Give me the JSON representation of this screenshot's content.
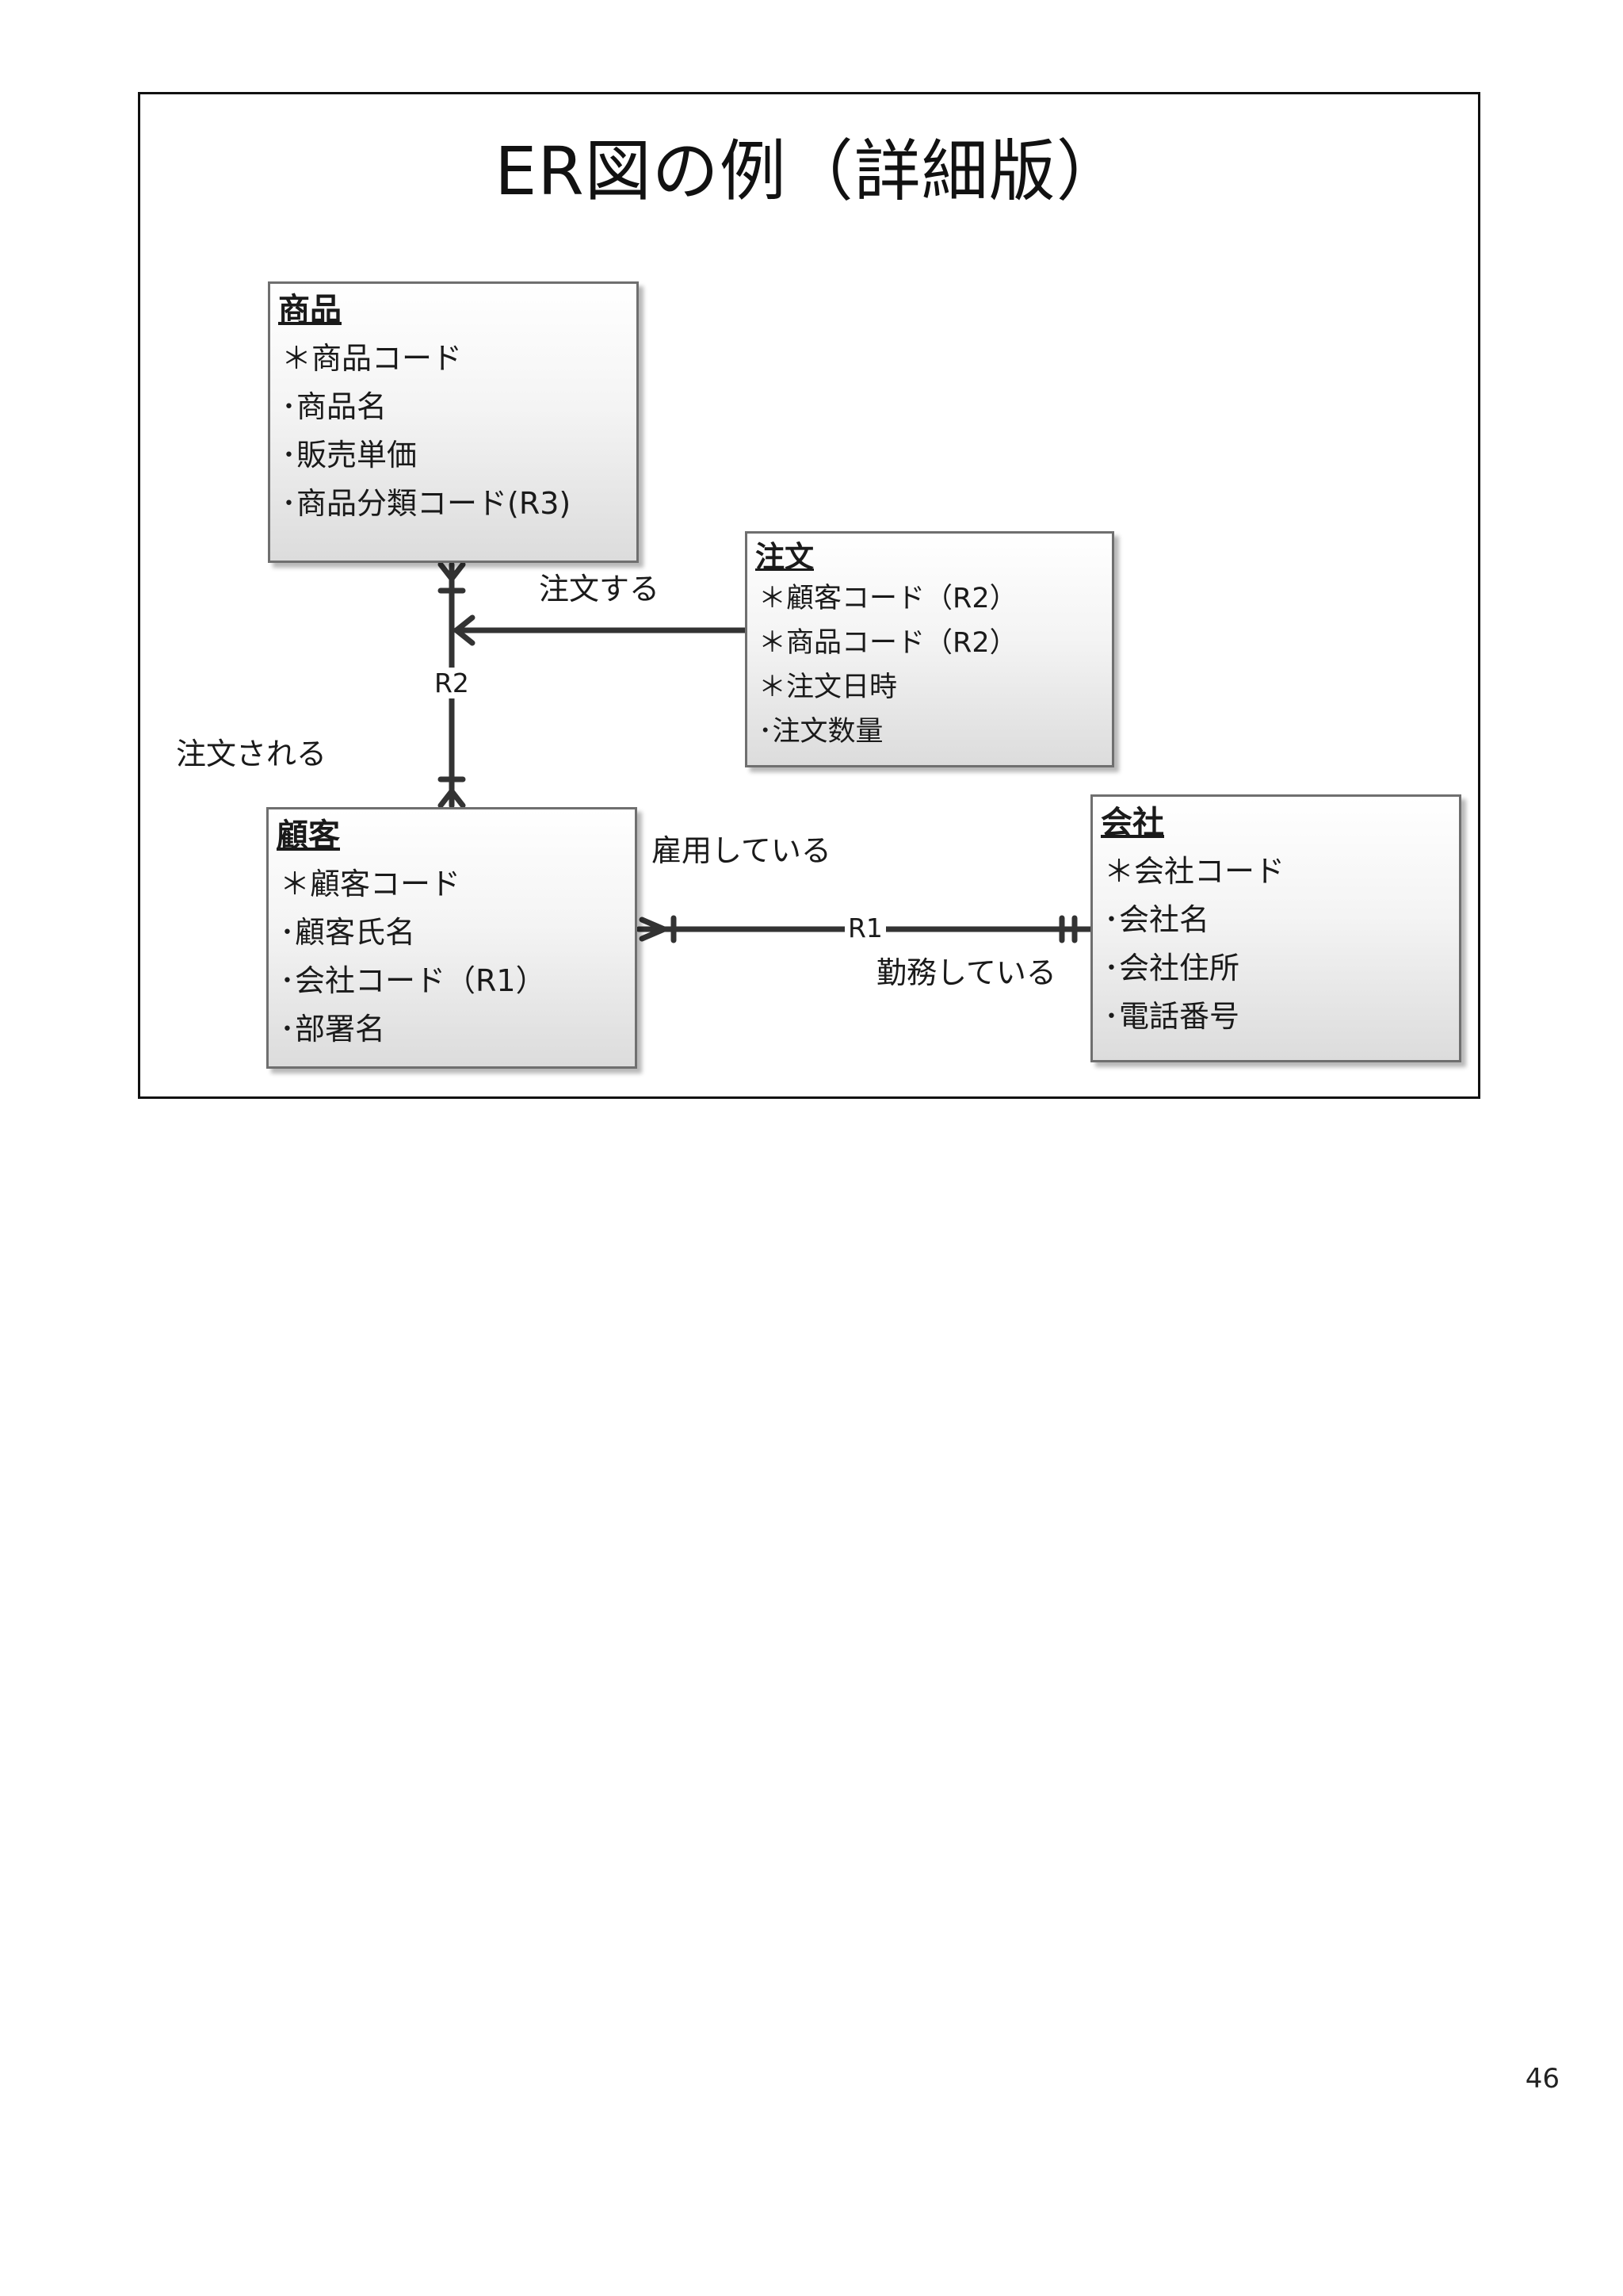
{
  "slide": {
    "title": "ER図の例（詳細版）"
  },
  "entities": {
    "shohin": {
      "name": "商品",
      "attributes": [
        "＊商品コード",
        "･商品名",
        "･販売単価",
        "･商品分類コード(R3)"
      ]
    },
    "chumon": {
      "name": "注文",
      "attributes": [
        "＊顧客コード（R2）",
        "＊商品コード（R2）",
        "＊注文日時",
        "･注文数量"
      ]
    },
    "kokyaku": {
      "name": "顧客",
      "attributes": [
        "＊顧客コード",
        "･顧客氏名",
        "･会社コード（R1）",
        "･部署名"
      ]
    },
    "kaisha": {
      "name": "会社",
      "attributes": [
        "＊会社コード",
        "･会社名",
        "･会社住所",
        "･電話番号"
      ]
    }
  },
  "relationships": {
    "r2": {
      "id": "R2",
      "verb_order": "注文する",
      "verb_ordered": "注文される"
    },
    "r1": {
      "id": "R1",
      "verb_employ": "雇用している",
      "verb_work": "勤務している"
    }
  },
  "page_number": "46"
}
